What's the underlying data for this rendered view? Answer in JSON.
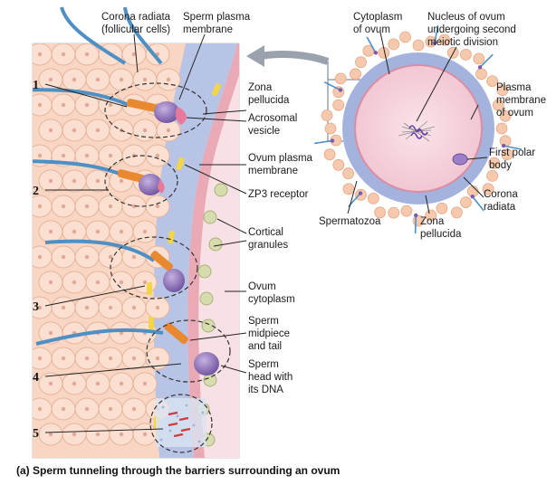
{
  "left_labels": {
    "corona_radiata": [
      "Corona radiata",
      "(follicular cells)"
    ],
    "sperm_plasma_membrane": [
      "Sperm plasma",
      "membrane"
    ],
    "zona_pellucida": [
      "Zona",
      "pellucida"
    ],
    "acrosomal_vesicle": [
      "Acrosomal",
      "vesicle"
    ],
    "ovum_plasma_membrane": [
      "Ovum plasma",
      "membrane"
    ],
    "zp3_receptor": [
      "ZP3 receptor"
    ],
    "cortical_granules": [
      "Cortical",
      "granules"
    ],
    "ovum_cytoplasm": [
      "Ovum",
      "cytoplasm"
    ],
    "sperm_midpiece": [
      "Sperm",
      "midpiece",
      "and tail"
    ],
    "sperm_head": [
      "Sperm",
      "head with",
      "its DNA"
    ]
  },
  "right_labels": {
    "cytoplasm_of_ovum": [
      "Cytoplasm",
      "of ovum"
    ],
    "nucleus_of_ovum": [
      "Nucleus of ovum",
      "undergoing second",
      "meiotic division"
    ],
    "plasma_membrane_of_ovum": [
      "Plasma",
      "membrane",
      "of ovum"
    ],
    "first_polar_body": [
      "First polar",
      "body"
    ],
    "corona_radiata": [
      "Corona",
      "radiata"
    ],
    "zona_pellucida": [
      "Zona",
      "pellucida"
    ],
    "spermatozoa": [
      "Spermatozoa"
    ]
  },
  "steps": [
    "1",
    "2",
    "3",
    "4",
    "5"
  ],
  "caption": "(a)  Sperm tunneling through the barriers surrounding an ovum",
  "colors": {
    "cell_fill": "#f9d6c4",
    "cell_stroke": "#e7b39b",
    "zona": "#b8c4e6",
    "ovum_cytoplasm": "#f8e1e4",
    "ovum_membrane": "#e9aab6",
    "sperm_head": "#8e6fb5",
    "acrosome": "#e8882f",
    "tail": "#4e8fc4",
    "granule": "#d6dcae"
  }
}
